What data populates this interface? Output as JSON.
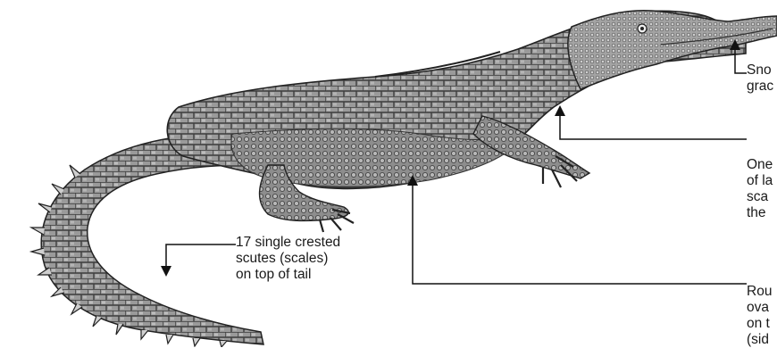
{
  "labels": {
    "snout": [
      "Sno",
      "grac"
    ],
    "scales": [
      "One",
      "of la",
      "sca",
      "the"
    ],
    "round": [
      "Rou",
      "ova",
      "on t",
      "(sid"
    ],
    "tail": [
      "17 single crested",
      "scutes (scales)",
      "on top of tail"
    ]
  }
}
